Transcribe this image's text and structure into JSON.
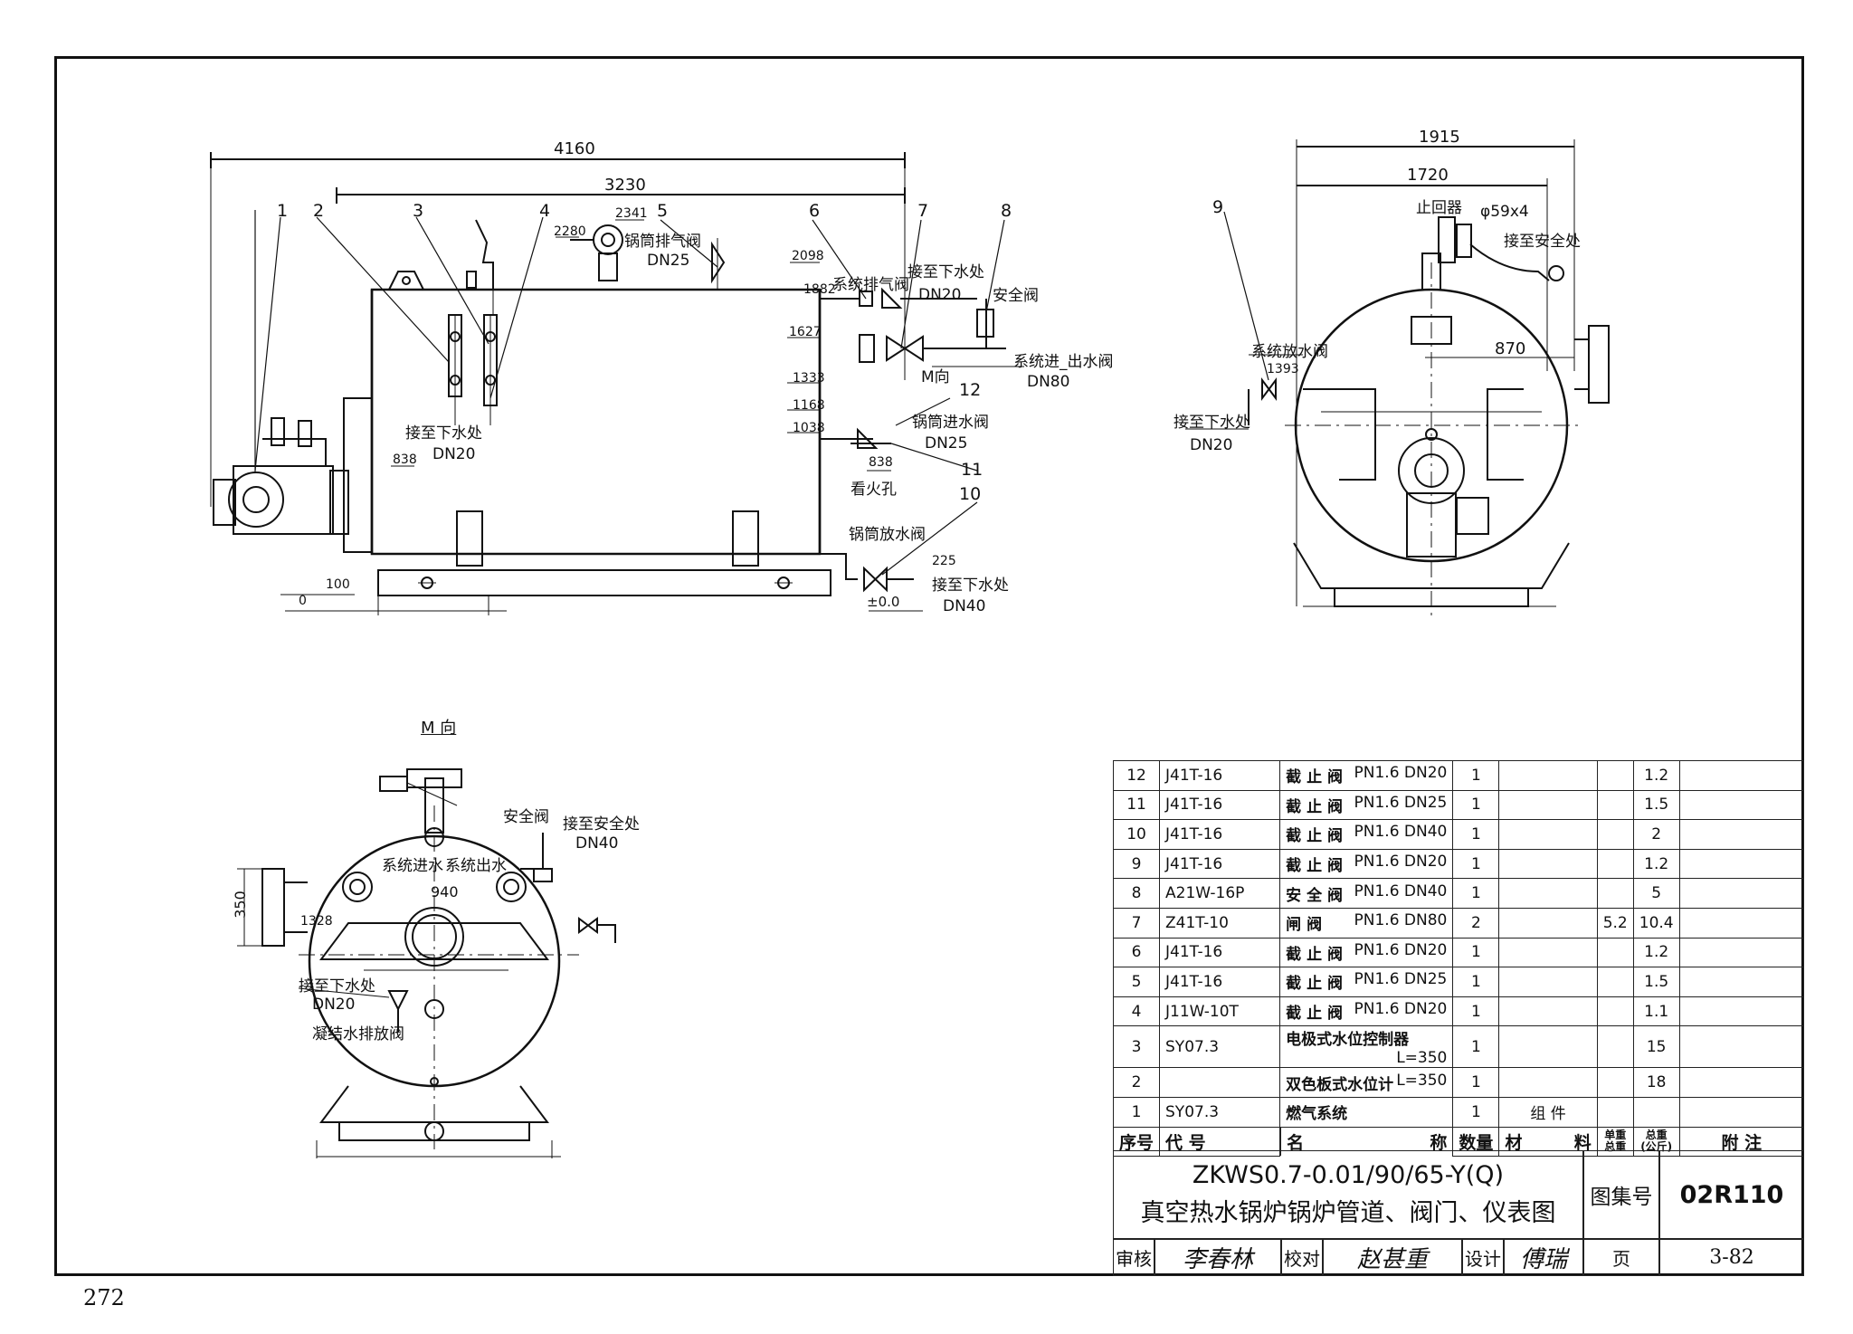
{
  "page_number": "272",
  "views": {
    "side": {
      "dims": {
        "overall": "4160",
        "shell": "3230"
      },
      "elevations": [
        "2280",
        "2341",
        "2098",
        "1882",
        "1627",
        "1333",
        "1168",
        "1038",
        "838",
        "838",
        "225",
        "100",
        "0",
        "±0.0"
      ],
      "callouts": [
        "1",
        "2",
        "3",
        "4",
        "5",
        "6",
        "7",
        "8",
        "12",
        "11",
        "10"
      ],
      "labels": {
        "drum_vent_valve": "锅筒排气阀",
        "dn25_a": "DN25",
        "sys_vent_valve": "系统排气阀",
        "to_drain_a": "接至下水处",
        "dn20_a": "DN20",
        "safety_valve": "安全阀",
        "sys_inout_valve": "系统进_出水阀",
        "dn80": "DN80",
        "m_view": "M向",
        "drum_inlet_valve": "锅筒进水阀",
        "dn25_b": "DN25",
        "peephole": "看火孔",
        "to_drain_b": "接至下水处",
        "dn20_b": "DN20",
        "drum_drain_valve": "锅筒放水阀",
        "to_drain_c": "接至下水处",
        "dn40": "DN40"
      }
    },
    "front": {
      "dims": {
        "overall": "1915",
        "inner": "1720",
        "offset": "870",
        "elev": "1393"
      },
      "callout": "9",
      "labels": {
        "check_valve": "止回器",
        "pipe": "φ59x4",
        "to_safety": "接至安全处",
        "sys_drain_valve": "系统放水阀",
        "to_drain": "接至下水处",
        "dn20": "DN20"
      }
    },
    "m": {
      "title": "M 向",
      "dims": {
        "width": "940",
        "height": "350",
        "elev": "1328"
      },
      "labels": {
        "safety_valve": "安全阀",
        "to_safety": "接至安全处",
        "dn40": "DN40",
        "sys_in": "系统进水",
        "sys_out": "系统出水",
        "to_drain": "接至下水处",
        "dn20": "DN20",
        "condensate_valve": "凝结水排放阀"
      }
    }
  },
  "parts_table": {
    "rows": [
      {
        "no": "12",
        "code": "J41T-16",
        "name": "截 止 阀",
        "spec": "PN1.6 DN20",
        "qty": "1",
        "material": "",
        "unit_wt": "",
        "total_wt": "1.2",
        "note": ""
      },
      {
        "no": "11",
        "code": "J41T-16",
        "name": "截 止 阀",
        "spec": "PN1.6 DN25",
        "qty": "1",
        "material": "",
        "unit_wt": "",
        "total_wt": "1.5",
        "note": ""
      },
      {
        "no": "10",
        "code": "J41T-16",
        "name": "截 止 阀",
        "spec": "PN1.6 DN40",
        "qty": "1",
        "material": "",
        "unit_wt": "",
        "total_wt": "2",
        "note": ""
      },
      {
        "no": "9",
        "code": "J41T-16",
        "name": "截 止 阀",
        "spec": "PN1.6 DN20",
        "qty": "1",
        "material": "",
        "unit_wt": "",
        "total_wt": "1.2",
        "note": ""
      },
      {
        "no": "8",
        "code": "A21W-16P",
        "name": "安 全 阀",
        "spec": "PN1.6 DN40",
        "qty": "1",
        "material": "",
        "unit_wt": "",
        "total_wt": "5",
        "note": ""
      },
      {
        "no": "7",
        "code": "Z41T-10",
        "name": "闸 阀",
        "spec": "PN1.6 DN80",
        "qty": "2",
        "material": "",
        "unit_wt": "5.2",
        "total_wt": "10.4",
        "note": ""
      },
      {
        "no": "6",
        "code": "J41T-16",
        "name": "截 止 阀",
        "spec": "PN1.6 DN20",
        "qty": "1",
        "material": "",
        "unit_wt": "",
        "total_wt": "1.2",
        "note": ""
      },
      {
        "no": "5",
        "code": "J41T-16",
        "name": "截 止 阀",
        "spec": "PN1.6 DN25",
        "qty": "1",
        "material": "",
        "unit_wt": "",
        "total_wt": "1.5",
        "note": ""
      },
      {
        "no": "4",
        "code": "J11W-10T",
        "name": "截 止 阀",
        "spec": "PN1.6 DN20",
        "qty": "1",
        "material": "",
        "unit_wt": "",
        "total_wt": "1.1",
        "note": ""
      },
      {
        "no": "3",
        "code": "SY07.3",
        "name": "电极式水位控制器",
        "spec": "L=350",
        "qty": "1",
        "material": "",
        "unit_wt": "",
        "total_wt": "15",
        "note": ""
      },
      {
        "no": "2",
        "code": "",
        "name": "双色板式水位计",
        "spec": "L=350",
        "qty": "1",
        "material": "",
        "unit_wt": "",
        "total_wt": "18",
        "note": ""
      },
      {
        "no": "1",
        "code": "SY07.3",
        "name": "燃气系统",
        "spec": "",
        "qty": "1",
        "material": "组 件",
        "unit_wt": "",
        "total_wt": "",
        "note": ""
      }
    ],
    "header": {
      "no": "序号",
      "code": "代 号",
      "name": "名",
      "name2": "称",
      "qty": "数量",
      "material": "材",
      "material2": "料",
      "unit_wt": "单重",
      "total_wt": "总重",
      "unit_wt_sub": "总重",
      "total_wt_sub": "(公斤)",
      "note": "附 注"
    }
  },
  "title_block": {
    "model": "ZKWS0.7-0.01/90/65-Y(Q)",
    "title": "真空热水锅炉锅炉管道、阀门、仪表图",
    "atlas_label": "图集号",
    "atlas_no": "02R110",
    "review_label": "审核",
    "reviewer_sig": "李春林",
    "check_label": "校对",
    "checker_sig": "赵甚重",
    "design_label": "设计",
    "designer_sig": "傅瑞",
    "page_label": "页",
    "page_no": "3-82"
  }
}
